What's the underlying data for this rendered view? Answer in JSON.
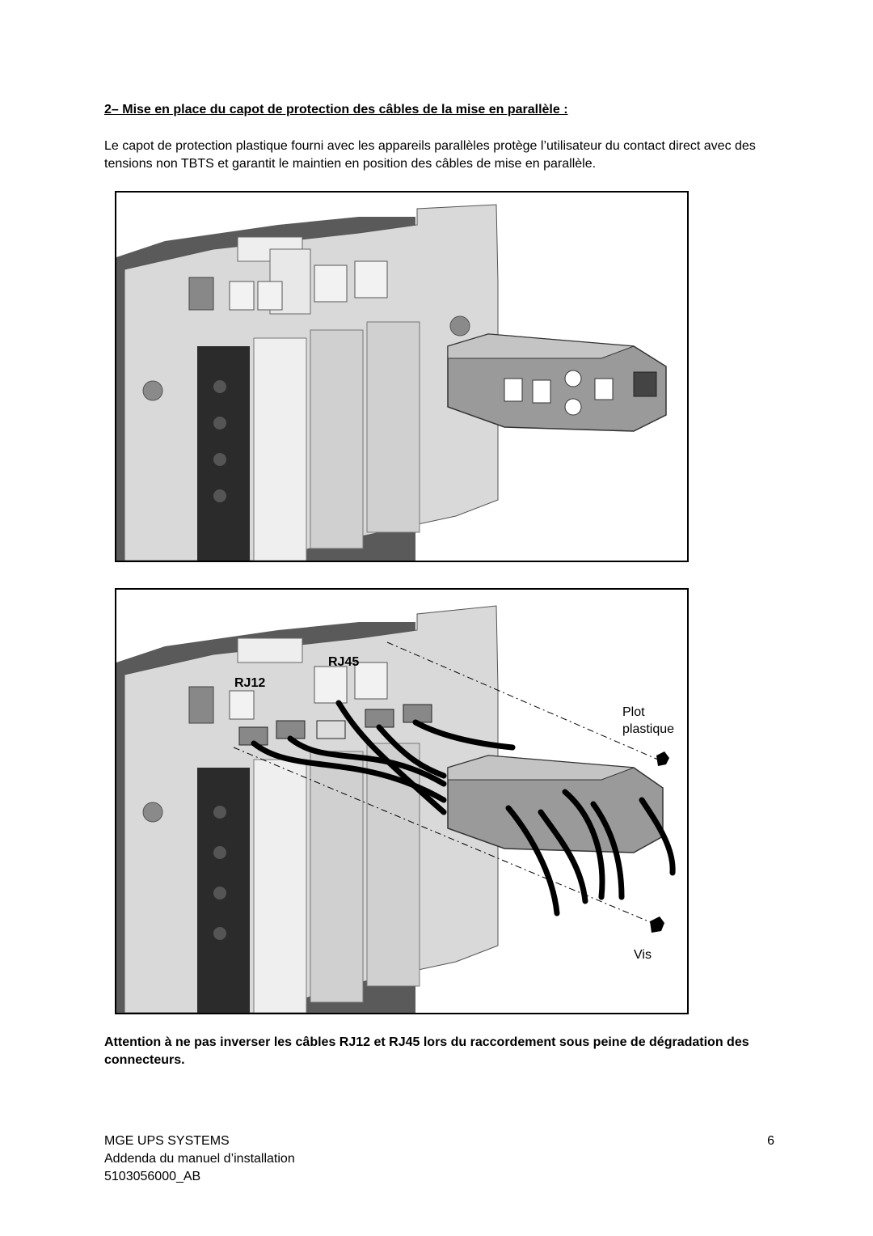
{
  "heading": "2– Mise en place du capot de protection des câbles de la mise en parallèle :",
  "paragraph": "Le capot de protection plastique fourni avec les appareils parallèles protège l’utilisateur du contact direct avec des tensions non TBTS et garantit le maintien en position des câbles de mise en parallèle.",
  "figure2_labels": {
    "rj45": "RJ45",
    "rj12": "RJ12",
    "plot_line1": "Plot",
    "plot_line2": "plastique",
    "vis": "Vis"
  },
  "warning": "Attention à ne pas inverser les câbles RJ12 et RJ45 lors du raccordement sous peine de dégradation des connecteurs.",
  "footer": {
    "company": "MGE UPS SYSTEMS",
    "doc_title": "Addenda du manuel d’installation",
    "doc_ref": "5103056000_AB",
    "page_number": "6"
  }
}
